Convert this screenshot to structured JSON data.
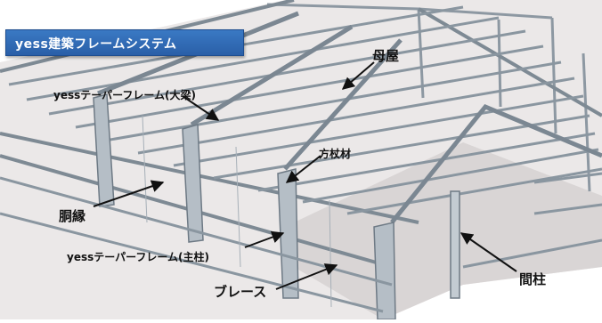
{
  "title": "yess建築フレームシステム",
  "labels": {
    "purlin": "母屋",
    "tapered_beam": "yessテーパーフレーム(大梁)",
    "stud": "方杖材",
    "girt": "胴縁",
    "tapered_column": "yessテーパーフレーム(主柱)",
    "brace": "ブレース",
    "intermediate_column": "間柱"
  },
  "colors": {
    "title_bg": "#2f6db8",
    "title_text": "#ffffff",
    "steel": "#a9b4bd",
    "steel_dark": "#6f7c87",
    "floor": "#e9e6e6",
    "label_text": "#111111"
  }
}
